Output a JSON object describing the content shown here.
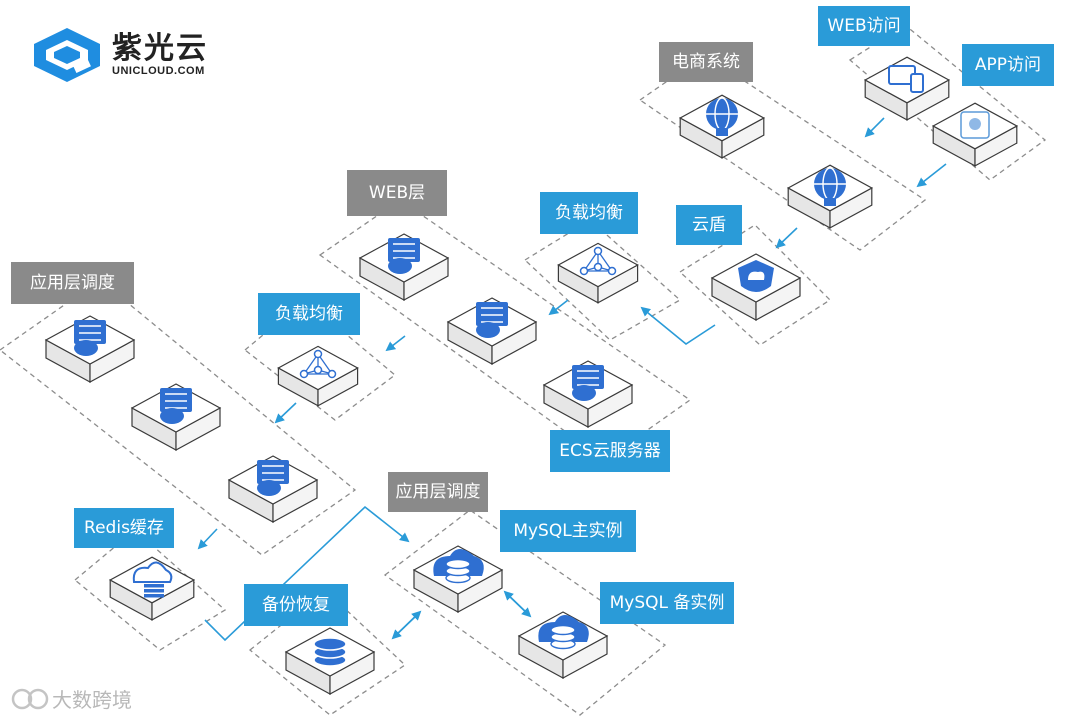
{
  "logo": {
    "name_cn": "紫光云",
    "domain": "UNICLOUD.COM"
  },
  "watermark": {
    "text": "大数跨境"
  },
  "labels": {
    "web_access": "WEB访问",
    "app_access": "APP访问",
    "ecommerce": "电商系统",
    "cloud_shield": "云盾",
    "slb_top": "负载均衡",
    "web_tier": "WEB层",
    "ecs": "ECS云服务器",
    "app_tier_left": "应用层调度",
    "slb_mid": "负载均衡",
    "redis": "Redis缓存",
    "backup": "备份恢复",
    "app_tier_bottom": "应用层调度",
    "mysql_master": "MySQL主实例",
    "mysql_backup": "MySQL 备实例"
  },
  "colors": {
    "label_blue": "#2a9bd8",
    "label_gray": "#8a8a8a",
    "icon_blue": "#2f6fd1",
    "arrow": "#2a9bd8",
    "dash": "#8c8c8c",
    "logo_blue": "#1f8de0"
  },
  "icons": {
    "ecommerce": "globe-server-icon",
    "web_access": "devices-icon",
    "app_access": "app-icon",
    "gateway": "globe-server-icon",
    "cloud_shield": "shield-icon",
    "slb": "network-topology-icon",
    "server": "server-icon",
    "redis": "cloud-storage-icon",
    "backup": "database-icon",
    "mysql": "cloud-database-icon"
  }
}
